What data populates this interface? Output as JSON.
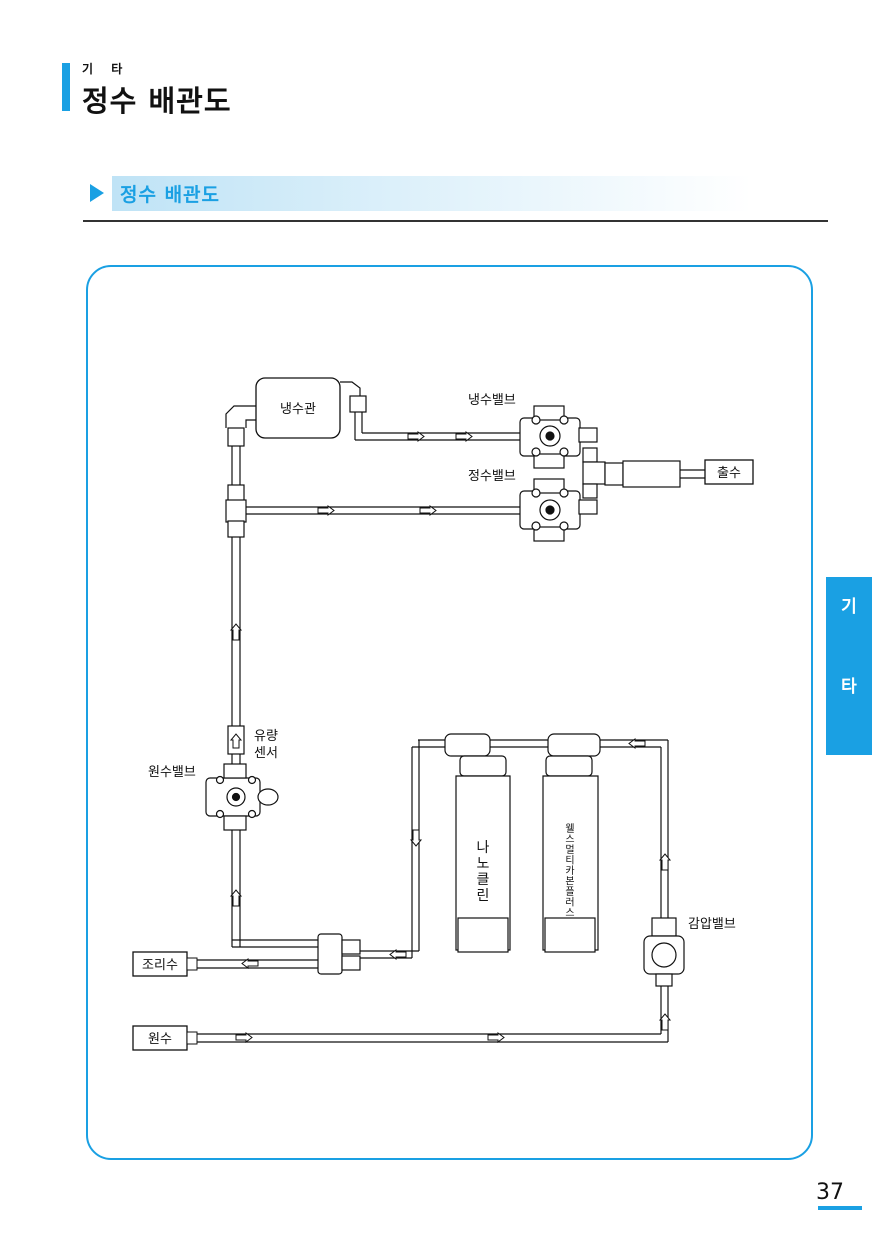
{
  "header": {
    "category": "기 타",
    "title": "정수 배관도"
  },
  "section": {
    "title": "정수 배관도"
  },
  "side_tab": {
    "char1": "기",
    "char2": "타"
  },
  "diagram": {
    "labels": {
      "cold_tank": "냉수관",
      "cold_valve": "냉수밸브",
      "purified_valve": "정수밸브",
      "outlet": "출수",
      "flow_sensor_1": "유량",
      "flow_sensor_2": "센서",
      "source_valve": "원수밸브",
      "filter1_chars": [
        "나",
        "노",
        "클",
        "린"
      ],
      "filter2_chars": [
        "웰",
        "스",
        "멀",
        "티",
        "카",
        "본",
        "플",
        "러",
        "스"
      ],
      "pressure_valve": "감압밸브",
      "cooking_water": "조리수",
      "raw_water": "원수"
    }
  },
  "page_number": "37"
}
